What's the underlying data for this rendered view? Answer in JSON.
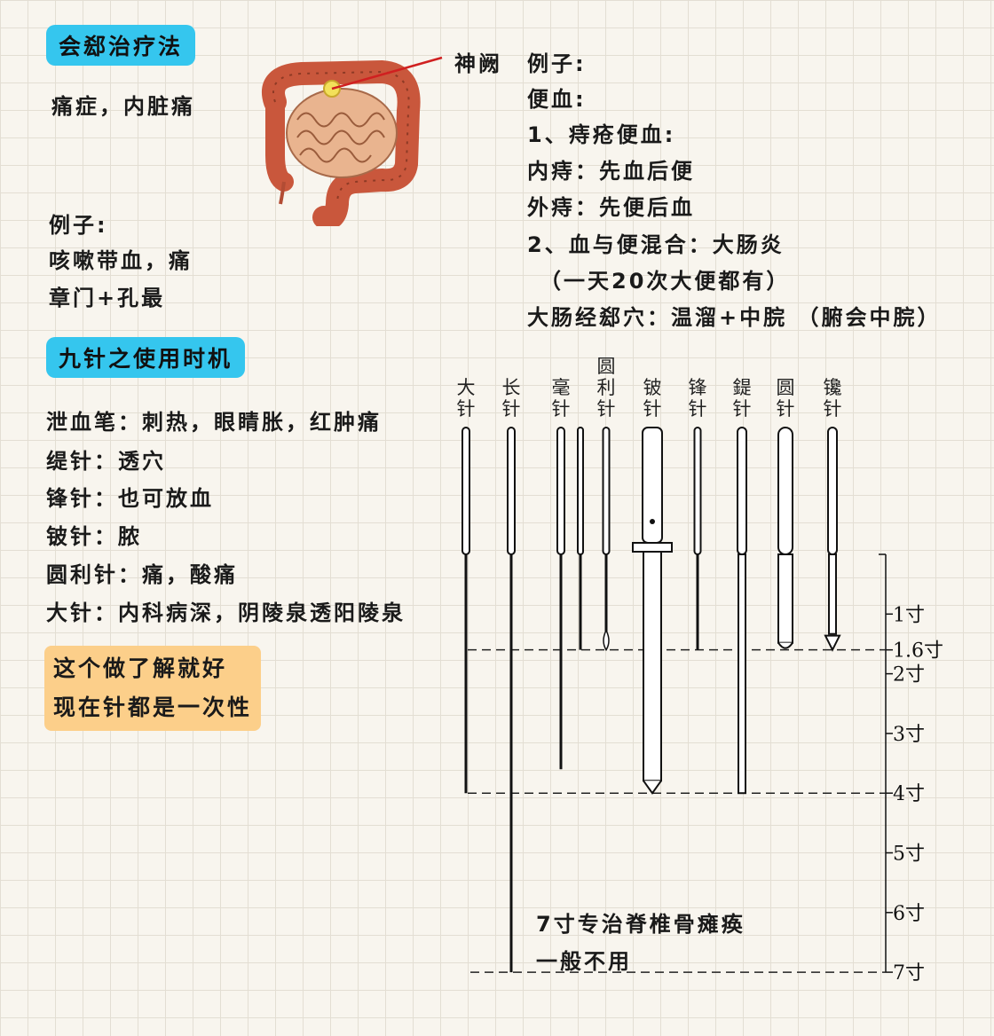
{
  "left": {
    "title1": "会郄治疗法",
    "line_pain": "痛症，内脏痛",
    "example_label": "例子:",
    "example_1": "咳嗽带血，痛",
    "example_2": "章门+孔最",
    "title2": "九针之使用时机",
    "uses": [
      "泄血笔：刺热，眼睛胀，红肿痛",
      "缇针：透穴",
      "锋针：也可放血",
      "铍针：脓",
      "圆利针：痛，酸痛",
      "大针：内科病深，阴陵泉透阳陵泉"
    ],
    "note_1": "这个做了解就好",
    "note_2": "现在针都是一次性"
  },
  "illustration": {
    "label": "神阙",
    "icon": "intestine-icon"
  },
  "right": {
    "lines": [
      "例子:",
      "便血:",
      "1、痔疮便血:",
      "内痔：先血后便",
      "外痔：先便后血",
      "2、血与便混合：大肠炎",
      "（一天20次大便都有）",
      "大肠经郄穴：温溜+中脘 （腑会中脘）"
    ]
  },
  "needles": [
    {
      "name": "大针",
      "length": 4.0
    },
    {
      "name": "长针",
      "length": 7.0
    },
    {
      "name": "毫针",
      "length": 3.6
    },
    {
      "name": "",
      "length": 1.6
    },
    {
      "name": "圆利针",
      "length": 1.6
    },
    {
      "name": "铍针",
      "length": 4.0
    },
    {
      "name": "锋针",
      "length": 1.6
    },
    {
      "name": "鍉针",
      "length": 4.0
    },
    {
      "name": "圆针",
      "length": 1.6
    },
    {
      "name": "镵针",
      "length": 1.6
    }
  ],
  "scale": [
    "1寸",
    "1.6寸",
    "2寸",
    "3寸",
    "4寸",
    "5寸",
    "6寸",
    "7寸"
  ],
  "chart_note_1": "7寸专治脊椎骨瘫痪",
  "chart_note_2": "一般不用"
}
